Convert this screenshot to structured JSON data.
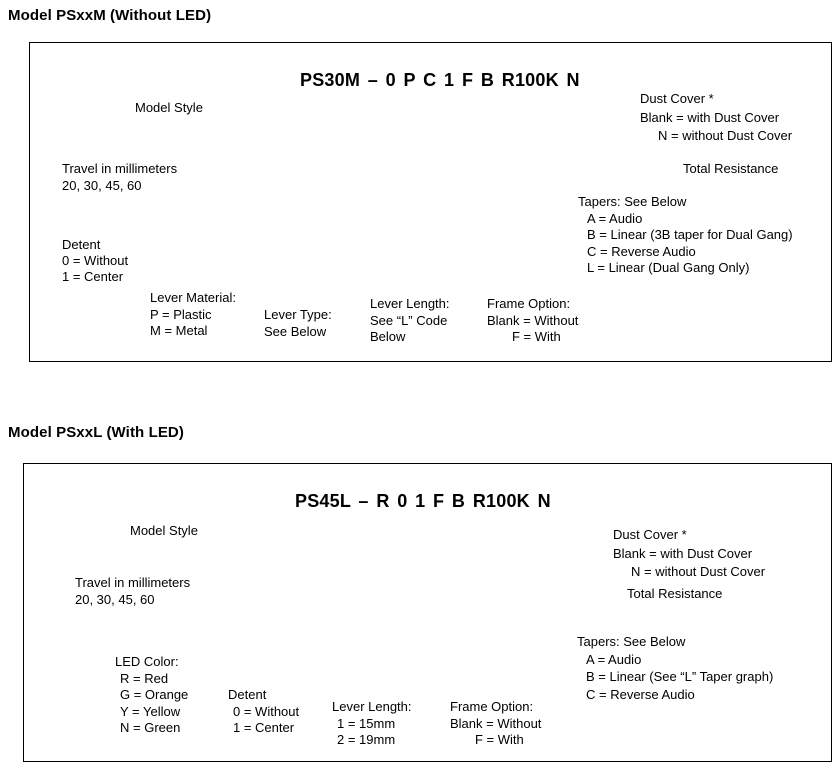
{
  "colors": {
    "ink": "#000000",
    "background": "#ffffff"
  },
  "sections": [
    {
      "id": "psxxm",
      "title": "Model PSxxM (Without LED)",
      "part_number": "PS30M – 0 P C 1 F B R100K N",
      "labels": {
        "model_style": {
          "lines": [
            "Model Style"
          ]
        },
        "travel": {
          "lines": [
            "Travel in millimeters",
            "20, 30, 45, 60"
          ]
        },
        "detent": {
          "lines": [
            "Detent",
            "0 = Without",
            "1 = Center"
          ]
        },
        "lever_material": {
          "lines": [
            "Lever Material:",
            "P = Plastic",
            "M = Metal"
          ]
        },
        "lever_type": {
          "lines": [
            "Lever Type:",
            "See Below"
          ]
        },
        "lever_length": {
          "lines": [
            "Lever Length:",
            "See “L” Code",
            "Below"
          ]
        },
        "frame_option": {
          "lines": [
            "Frame Option:",
            "Blank = Without",
            "F = With"
          ]
        },
        "tapers": {
          "lines": [
            "Tapers: See Below",
            "A = Audio",
            "B = Linear (3B taper for Dual Gang)",
            "C = Reverse Audio",
            "L = Linear (Dual Gang Only)"
          ]
        },
        "total_resistance": {
          "lines": [
            "Total Resistance"
          ]
        },
        "dust_cover": {
          "lines": [
            "Dust Cover *",
            "Blank = with Dust Cover",
            "N = without Dust Cover"
          ]
        }
      }
    },
    {
      "id": "psxxl",
      "title": "Model PSxxL (With LED)",
      "part_number": "PS45L – R 0 1 F B R100K N",
      "labels": {
        "model_style": {
          "lines": [
            "Model Style"
          ]
        },
        "travel": {
          "lines": [
            "Travel in millimeters",
            "20, 30, 45, 60"
          ]
        },
        "led_color": {
          "lines": [
            "LED Color:",
            "R = Red",
            "G = Orange",
            "Y = Yellow",
            "N = Green"
          ]
        },
        "detent": {
          "lines": [
            "Detent",
            "0 = Without",
            "1 = Center"
          ]
        },
        "lever_length": {
          "lines": [
            "Lever Length:",
            "1 = 15mm",
            "2 = 19mm"
          ]
        },
        "frame_option": {
          "lines": [
            "Frame Option:",
            "Blank = Without",
            "F = With"
          ]
        },
        "tapers": {
          "lines": [
            "Tapers: See Below",
            "A = Audio",
            "B = Linear (See “L” Taper graph)",
            "C = Reverse Audio"
          ]
        },
        "total_resistance": {
          "lines": [
            "Total Resistance"
          ]
        },
        "dust_cover": {
          "lines": [
            "Dust Cover *",
            "Blank = with Dust Cover",
            "N = without Dust Cover"
          ]
        }
      }
    }
  ]
}
